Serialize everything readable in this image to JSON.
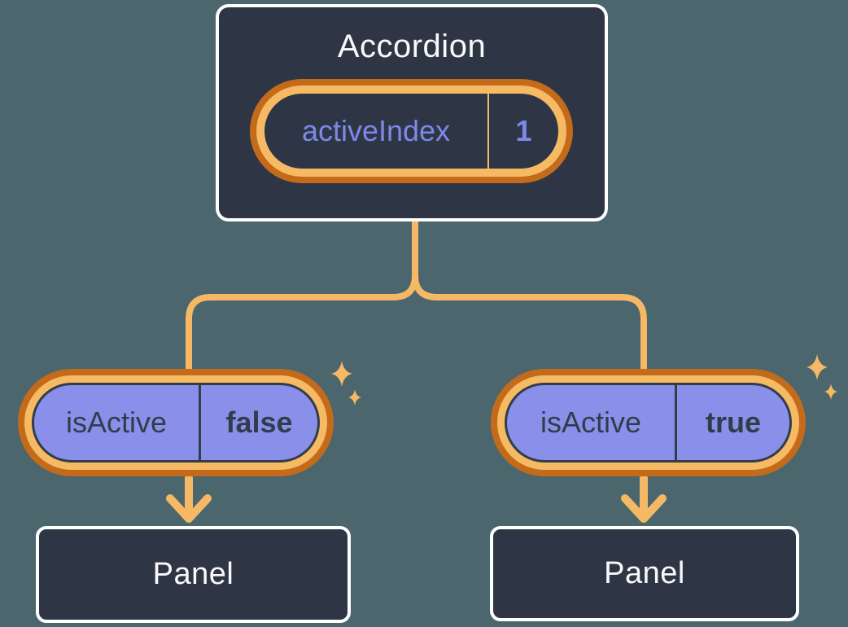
{
  "colors": {
    "background": "#4C666D",
    "boxFill": "#2E3645",
    "boxBorder": "#FFFFFF",
    "titleText": "#F7F9FA",
    "purpleText": "#7D88E9",
    "purpleFill": "#8A90E9",
    "darkText": "#333C4B",
    "darkOrange": "#C46A1B",
    "lightOrange": "#F6BA64",
    "connector": "#F5B966"
  },
  "icons": {
    "sparkle": "four-point-star",
    "arrow": "chevron-down-arrow"
  },
  "accordion": {
    "title": "Accordion",
    "state": {
      "name": "activeIndex",
      "value": "1"
    }
  },
  "children": [
    {
      "prop": {
        "name": "isActive",
        "value": "false"
      },
      "panel": {
        "title": "Panel"
      }
    },
    {
      "prop": {
        "name": "isActive",
        "value": "true"
      },
      "panel": {
        "title": "Panel"
      }
    }
  ]
}
